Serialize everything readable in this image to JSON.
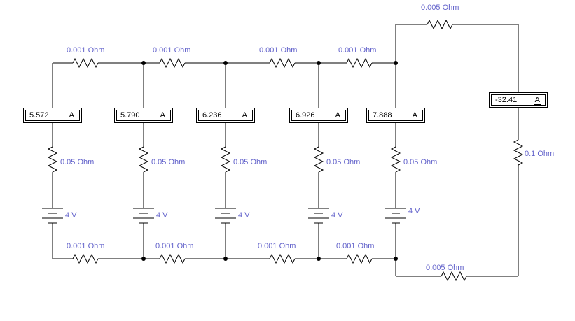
{
  "app": {
    "background_color": "#ffffff",
    "wire_color": "#000000",
    "label_color": "#6363cb"
  },
  "labels": {
    "top_resistors": [
      "0.001  Ohm",
      "0.001  Ohm",
      "0.001  Ohm",
      "0.001  Ohm"
    ],
    "bottom_resistors": [
      "0.001  Ohm",
      "0.001  Ohm",
      "0.001  Ohm",
      "0.001  Ohm"
    ],
    "top_right_resistor": "0.005  Ohm",
    "bottom_right_resistor": "0.005  Ohm",
    "load_resistor": "0.1  Ohm"
  },
  "branches": [
    {
      "ammeter_value": "5.572",
      "ammeter_unit": "A",
      "resistor": "0.05  Ohm",
      "battery": "4 V"
    },
    {
      "ammeter_value": "5.790",
      "ammeter_unit": "A",
      "resistor": "0.05  Ohm",
      "battery": "4 V"
    },
    {
      "ammeter_value": "6.236",
      "ammeter_unit": "A",
      "resistor": "0.05  Ohm",
      "battery": "4 V"
    },
    {
      "ammeter_value": "6.926",
      "ammeter_unit": "A",
      "resistor": "0.05  Ohm",
      "battery": "4 V"
    },
    {
      "ammeter_value": "7.888",
      "ammeter_unit": "A",
      "resistor": "0.05  Ohm",
      "battery": "4 V"
    }
  ],
  "load_ammeter": {
    "value": "-32.41",
    "unit": "A"
  }
}
